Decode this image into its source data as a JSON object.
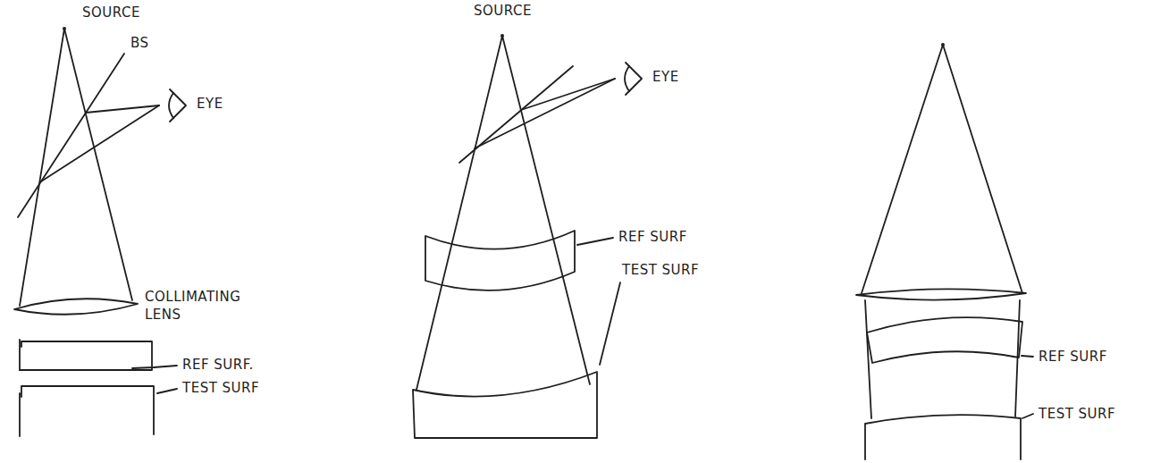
{
  "diagram": {
    "labels": [
      "SOURCE",
      "BS",
      "EYE",
      "COLLIMATING LENS",
      "REF SURF.",
      "TEST SURF",
      "SOURCE",
      "EYE",
      "REF SURF",
      "TEST SURF",
      "REF SURF",
      "TEST SURF"
    ]
  }
}
